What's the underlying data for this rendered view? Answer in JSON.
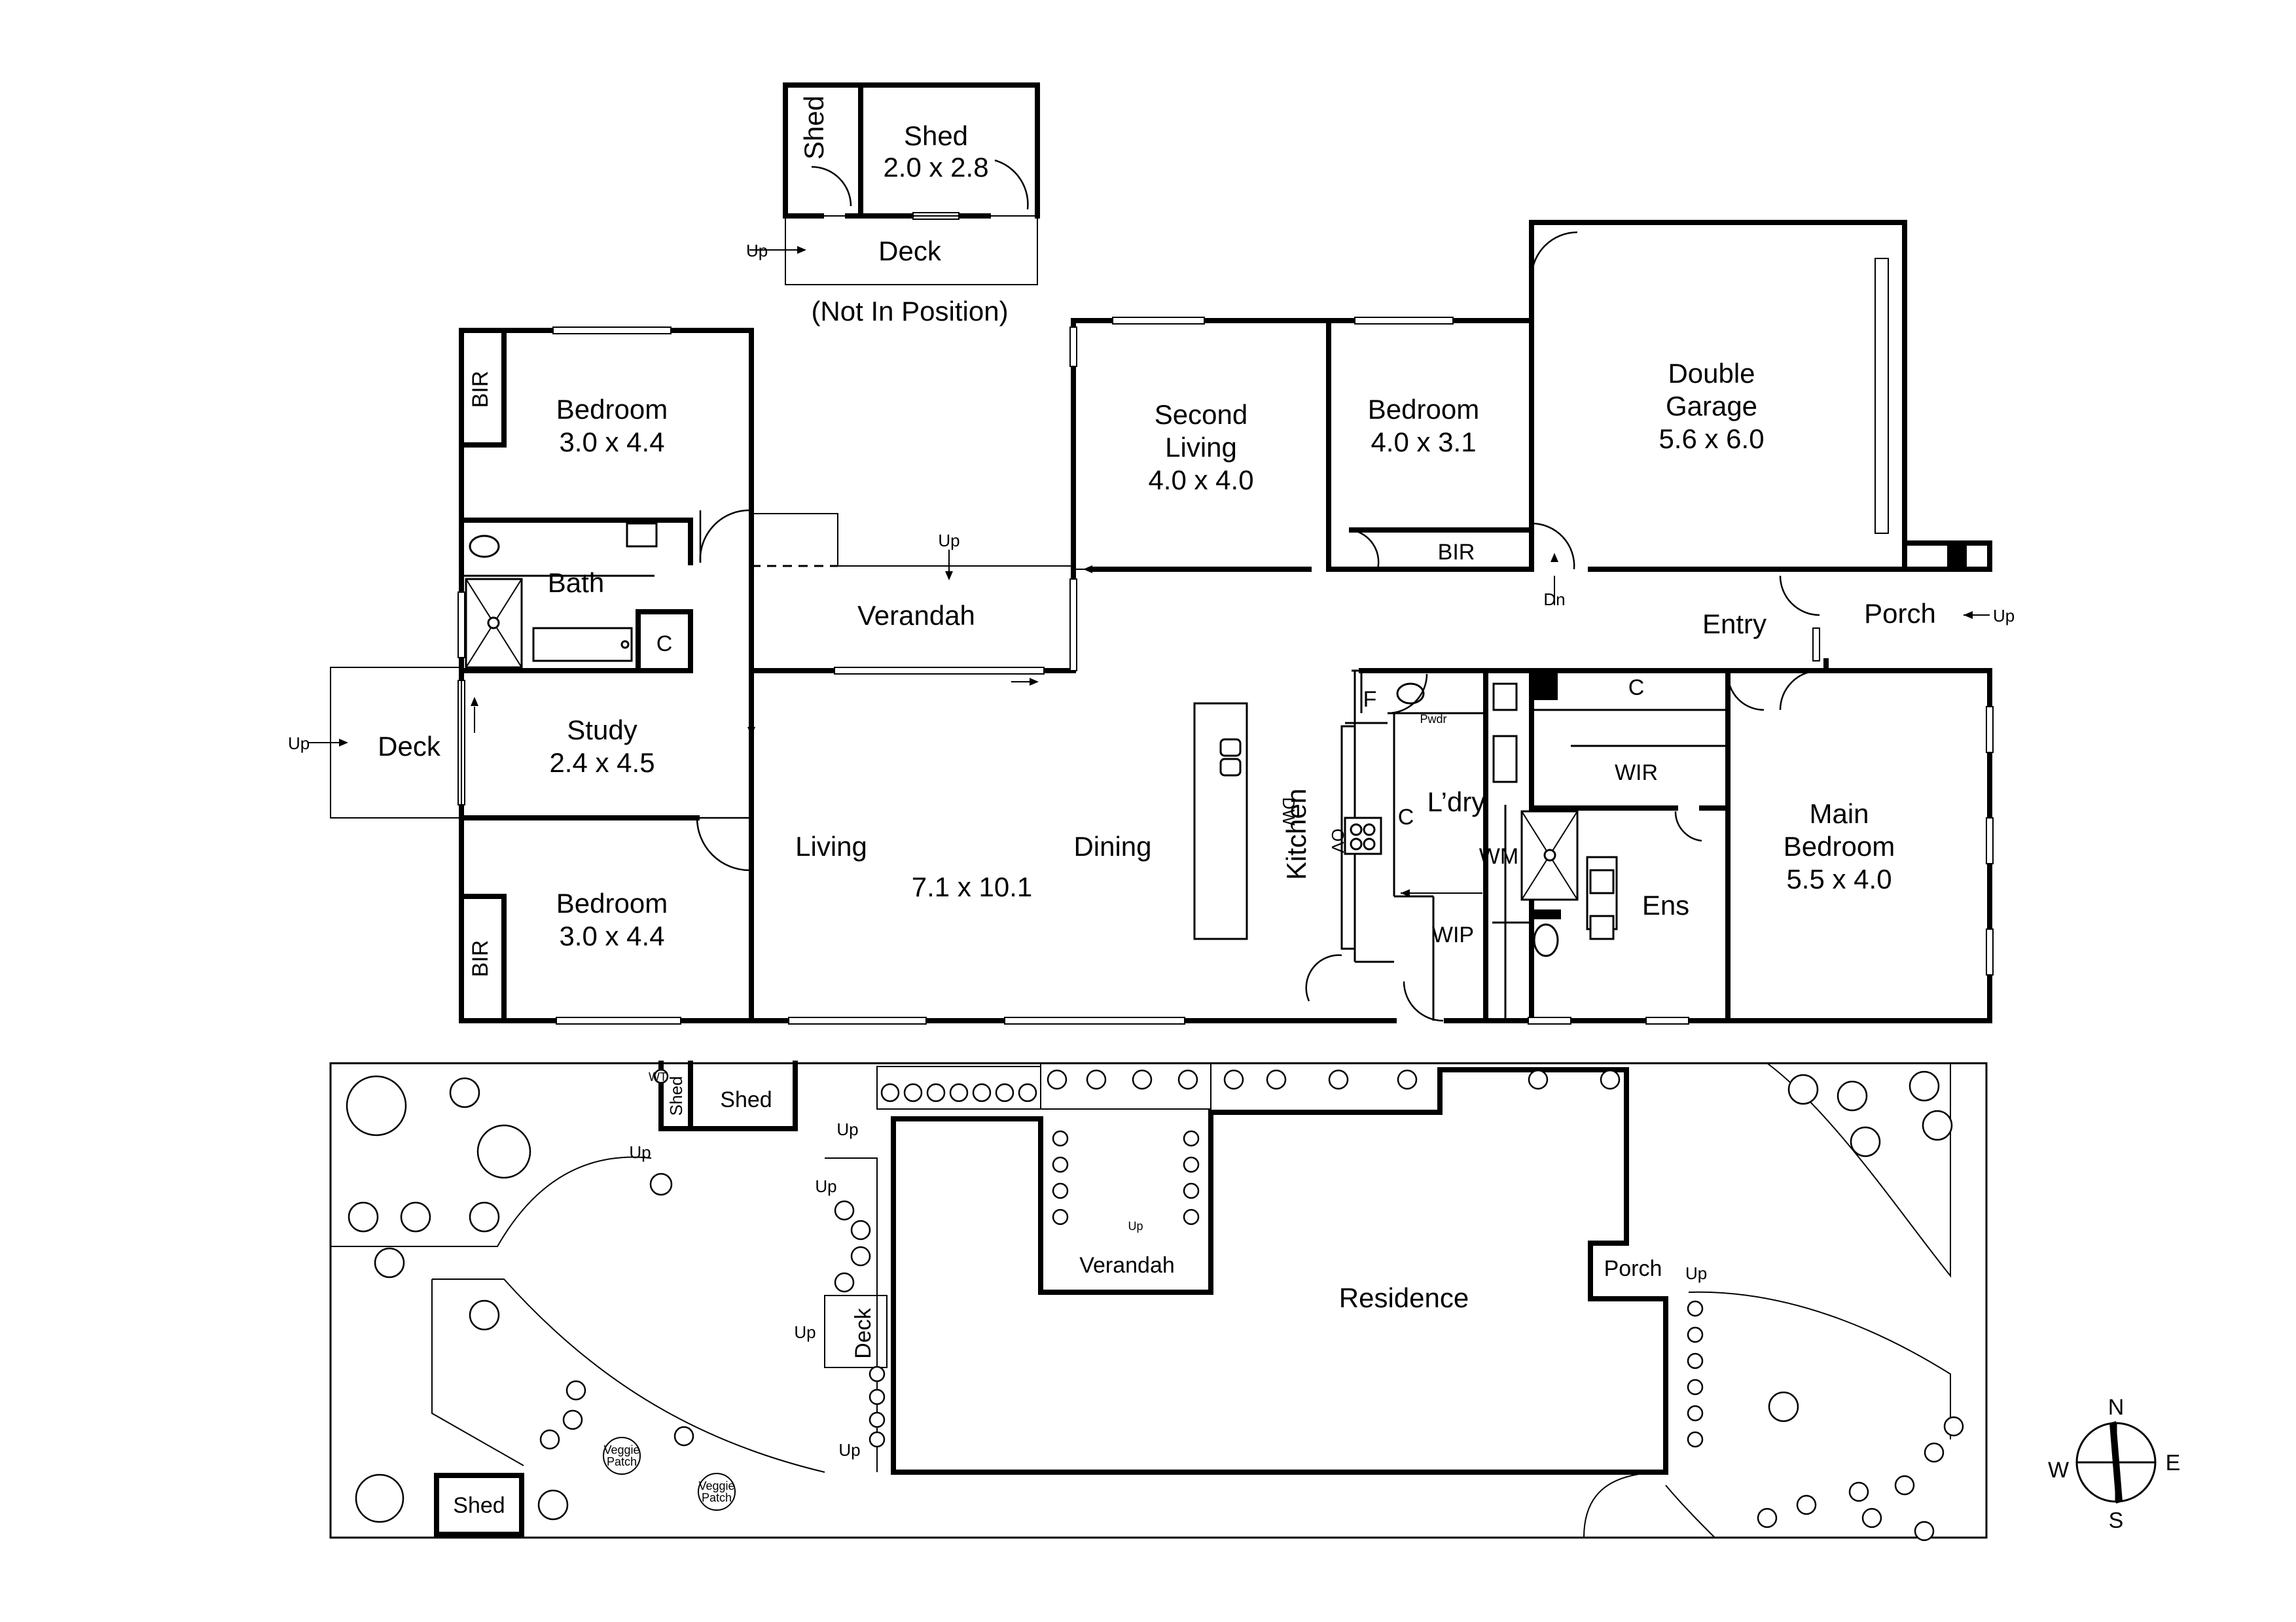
{
  "labels": {
    "shed_top_narrow": "Shed",
    "shed_top_name": "Shed",
    "shed_top_dim": "2.0 x 2.8",
    "deck_top": "Deck",
    "up_deck_top": "Up",
    "not_in_position": "(Not In Position)",
    "bedroom1_name": "Bedroom",
    "bedroom1_dim": "3.0 x 4.4",
    "bir1": "BIR",
    "bath": "Bath",
    "c_bath": "C",
    "verandah": "Verandah",
    "up_verandah": "Up",
    "second_living_1": "Second",
    "second_living_2": "Living",
    "second_living_dim": "4.0 x 4.0",
    "bedroom2_name": "Bedroom",
    "bedroom2_dim": "4.0 x 3.1",
    "bir2": "BIR",
    "dn": "Dn",
    "garage_1": "Double",
    "garage_2": "Garage",
    "garage_dim": "5.6 x 6.0",
    "entry": "Entry",
    "porch": "Porch",
    "up_porch": "Up",
    "deck_left": "Deck",
    "up_deck_left": "Up",
    "study_name": "Study",
    "study_dim": "2.4 x 4.5",
    "living": "Living",
    "living_dim": "7.1 x 10.1",
    "dining": "Dining",
    "bedroom3_name": "Bedroom",
    "bedroom3_dim": "3.0 x 4.4",
    "bir3": "BIR",
    "f": "F",
    "pwdr": "Pwdr",
    "c_kitchen": "C",
    "dw": "DW",
    "kitchen": "Kitchen",
    "ov": "OV",
    "laundry": "L’dry",
    "wm": "WM",
    "wip": "WIP",
    "c_wir": "C",
    "wir": "WIR",
    "ens": "Ens",
    "main_bedroom_1": "Main",
    "main_bedroom_2": "Bedroom",
    "main_bedroom_dim": "5.5 x 4.0"
  },
  "site": {
    "shed_narrow": "Shed",
    "shed": "Shed",
    "wt": "WT",
    "up1": "Up",
    "up2": "Up",
    "up3": "Up",
    "up4": "Up",
    "up5": "Up",
    "up_verandah": "Up",
    "verandah": "Verandah",
    "residence": "Residence",
    "porch": "Porch",
    "up_porch": "Up",
    "deck": "Deck",
    "veggie1a": "Veggie",
    "veggie1b": "Patch",
    "veggie2a": "Veggie",
    "veggie2b": "Patch",
    "shed_bottom": "Shed"
  },
  "compass": {
    "n": "N",
    "s": "S",
    "e": "E",
    "w": "W"
  }
}
